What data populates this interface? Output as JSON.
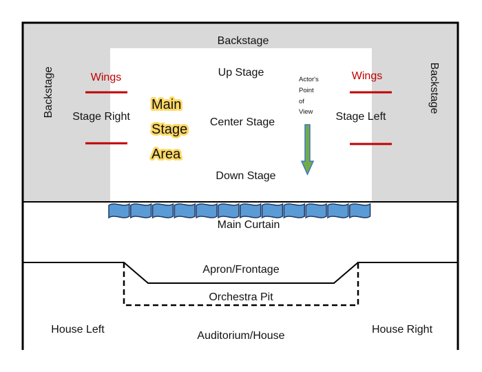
{
  "colors": {
    "backstage_fill": "#d9d9d9",
    "wings_color": "#c00000",
    "curtain_fill": "#5b9bd5",
    "arrow_fill": "#70ad47",
    "arrow_outline": "#4472c4",
    "highlight": "#ffd966"
  },
  "labels": {
    "backstage_top": "Backstage",
    "backstage_left": "Backstage",
    "backstage_right": "Backstage",
    "wings_left": "Wings",
    "wings_right": "Wings",
    "stage_right": "Stage Right",
    "stage_left": "Stage Left",
    "up_stage": "Up Stage",
    "center_stage": "Center Stage",
    "down_stage": "Down Stage",
    "main_stage_area": [
      "Main",
      "Stage",
      "Area"
    ],
    "actors_pov": [
      "Actor's",
      "Point",
      "of",
      "View"
    ],
    "main_curtain": "Main Curtain",
    "apron": "Apron/Frontage",
    "orchestra_pit": "Orchestra Pit",
    "house_left": "House Left",
    "house_right": "House Right",
    "auditorium": "Auditorium/House"
  },
  "icons": {
    "pov_arrow": "down-arrow-icon",
    "curtain": "curtain-wave-icon"
  }
}
